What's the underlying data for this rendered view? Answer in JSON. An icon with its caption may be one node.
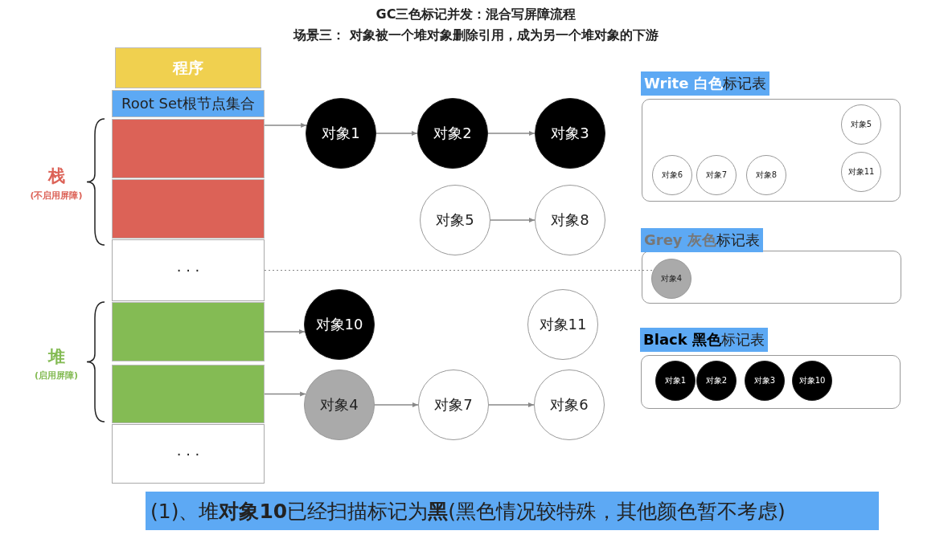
{
  "diagram": {
    "title": "GC三色标记并发：混合写屏障流程",
    "caption": "(1)、堆**对象10**已经扫描标记为**黑**(黑色情况较特殊，其他颜色暂不考虑)",
    "nodes": [
      {
        "text": [
          "程序"
        ]
      },
      {
        "text": [
          "Root Set根节点集合"
        ]
      },
      {
        "text": [],
        "shape": "box"
      },
      {
        "text": [],
        "shape": "box"
      },
      {
        "text": [
          "· · ·"
        ]
      },
      {
        "text": [],
        "shape": "box"
      },
      {
        "text": [],
        "shape": "box"
      },
      {
        "text": [
          "· · ·"
        ]
      },
      {
        "text": [
          "对象1"
        ]
      },
      {
        "text": [
          "对象2"
        ]
      },
      {
        "text": [
          "对象3"
        ]
      },
      {
        "text": [
          "对象5"
        ]
      },
      {
        "text": [
          "对象8"
        ]
      },
      {
        "text": [
          "对象10"
        ]
      },
      {
        "text": [
          "对象11"
        ]
      },
      {
        "text": [
          "对象4"
        ]
      },
      {
        "text": [
          "对象7"
        ]
      },
      {
        "text": [
          "对象6"
        ]
      },
      {
        "text": [
          "**Write 白色**标记表"
        ]
      },
      {
        "text": [
          "对象5"
        ],
        "in": 18
      },
      {
        "text": [
          "对象6"
        ],
        "in": 18
      },
      {
        "text": [
          "对象7"
        ],
        "in": 18
      },
      {
        "text": [
          "对象8"
        ],
        "in": 18
      },
      {
        "text": [
          "对象11"
        ],
        "in": 18
      },
      {
        "text": [
          "**Grey 灰色**标记表"
        ]
      },
      {
        "text": [
          "对象4"
        ],
        "in": 24
      },
      {
        "text": [
          "**Black 黑色**标记表"
        ]
      },
      {
        "text": [
          "对象1"
        ],
        "in": 26
      },
      {
        "text": [
          "对象2"
        ],
        "in": 26
      },
      {
        "text": [
          "对象3"
        ],
        "in": 26
      },
      {
        "text": [
          "对象10"
        ],
        "in": 26
      }
    ],
    "edges": [
      {
        "from": 2,
        "to": 8,
        "arrow": "to"
      },
      {
        "from": 8,
        "to": 9,
        "arrow": "to"
      },
      {
        "from": 9,
        "to": 10,
        "arrow": "to"
      },
      {
        "from": 11,
        "to": 12,
        "arrow": "to"
      },
      {
        "from": 5,
        "to": 13,
        "arrow": "to"
      },
      {
        "from": 6,
        "to": 15,
        "arrow": "to"
      },
      {
        "from": 15,
        "to": 16,
        "arrow": "to"
      },
      {
        "from": 16,
        "to": 17,
        "arrow": "to"
      },
      {
        "from": 4,
        "to": 25,
        "arrow": "none",
        "style": "dashed"
      }
    ],
    "labels": [
      "场景三： 对象被一个堆对象删除引用，成为另一个堆对象的下游",
      "栈",
      "(不启用屏障)",
      "堆",
      "(启用屏障)"
    ]
  }
}
